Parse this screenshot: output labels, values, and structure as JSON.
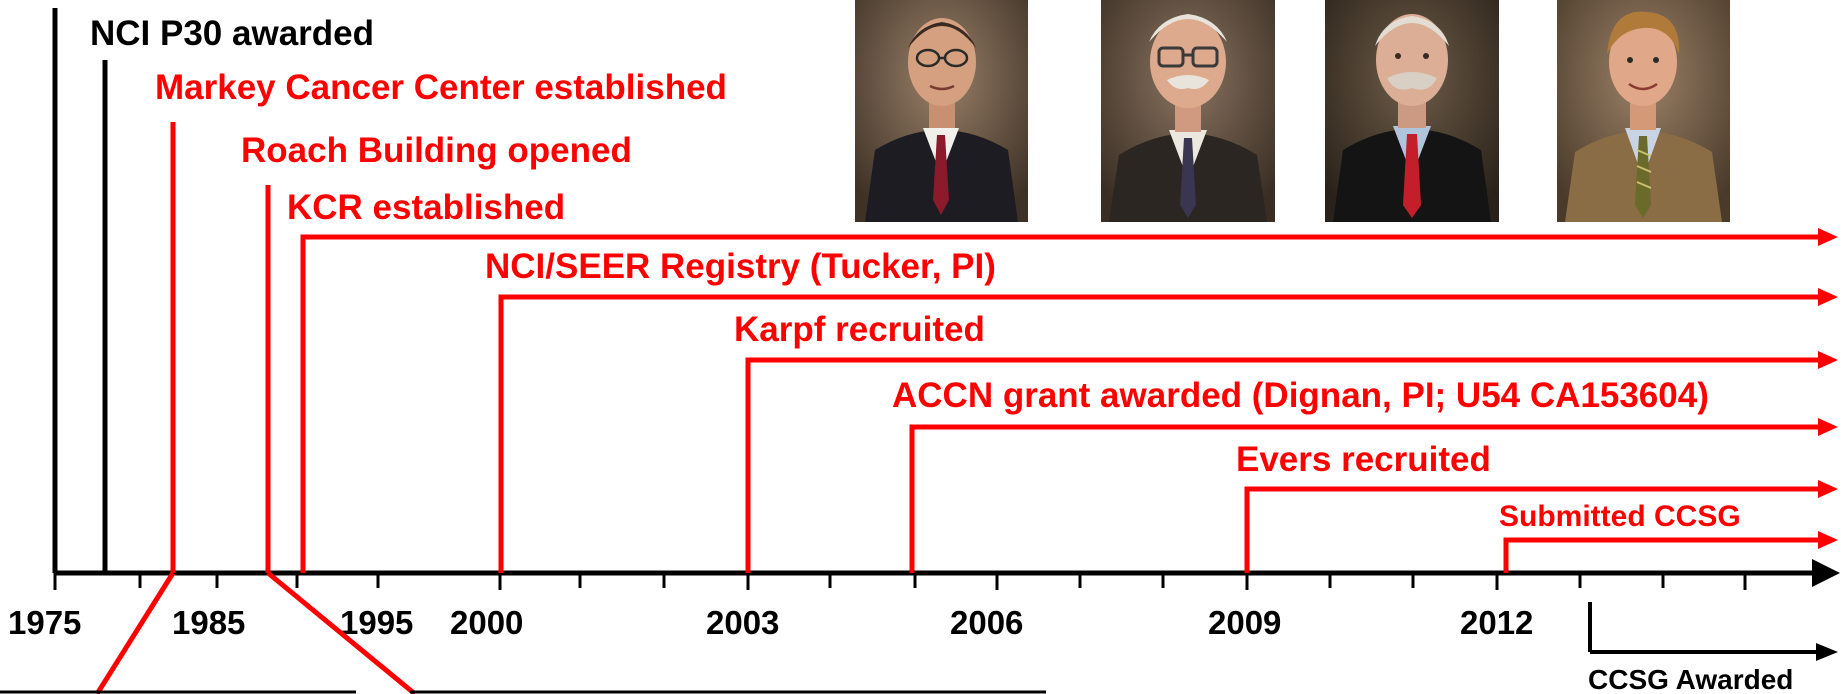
{
  "colors": {
    "accent": "#ff0000",
    "axis": "#000000",
    "text_black": "#000000",
    "background": "#ffffff"
  },
  "events": [
    {
      "id": "nci-p30",
      "label": "NCI P30 awarded",
      "color": "#000000"
    },
    {
      "id": "markey",
      "label": "Markey Cancer Center established",
      "color": "#ff0000"
    },
    {
      "id": "roach",
      "label": "Roach Building opened",
      "color": "#ff0000"
    },
    {
      "id": "kcr",
      "label": "KCR established",
      "color": "#ff0000"
    },
    {
      "id": "seer",
      "label": "NCI/SEER Registry (Tucker, PI)",
      "color": "#ff0000"
    },
    {
      "id": "karpf",
      "label": "Karpf recruited",
      "color": "#ff0000"
    },
    {
      "id": "accn",
      "label": "ACCN grant awarded (Dignan, PI; U54 CA153604)",
      "color": "#ff0000"
    },
    {
      "id": "evers",
      "label": "Evers recruited",
      "color": "#ff0000"
    },
    {
      "id": "ccsg",
      "label": "Submitted CCSG",
      "color": "#ff0000"
    }
  ],
  "axis": {
    "tick_labels": [
      "1975",
      "1985",
      "1995",
      "2000",
      "2003",
      "2006",
      "2009",
      "2012"
    ],
    "ccsg_awarded_label": "CCSG Awarded"
  },
  "portraits": [
    {
      "name": "portrait-1",
      "icon": "person-portrait-icon",
      "suit": "#1c1c22",
      "tie": "#8b1a2a",
      "bg": "#5a4a3a"
    },
    {
      "name": "portrait-2",
      "icon": "person-portrait-icon",
      "suit": "#2b2622",
      "tie": "#3a3550",
      "bg": "#4a3e32"
    },
    {
      "name": "portrait-3",
      "icon": "person-portrait-icon",
      "suit": "#141414",
      "tie": "#c41e2a",
      "bg": "#3a3128"
    },
    {
      "name": "portrait-4",
      "icon": "person-portrait-icon",
      "suit": "#8a6c45",
      "tie": "#6a6a2a",
      "bg": "#5c4a36"
    }
  ]
}
